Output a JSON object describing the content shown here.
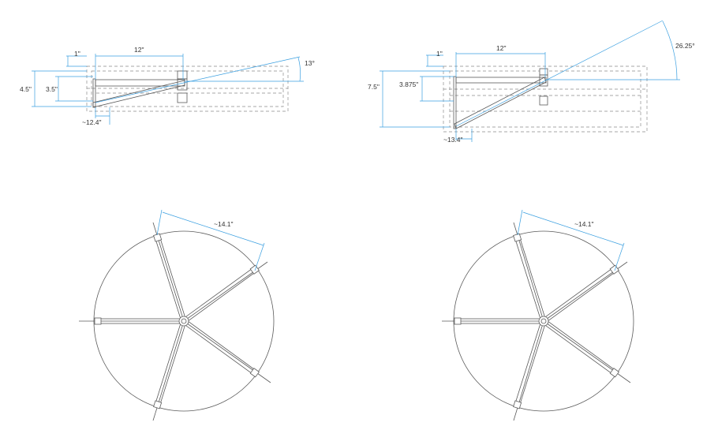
{
  "colors": {
    "line": "#5a5a5a",
    "dimension": "#3a9fe0",
    "hidden": "#8a8a8a",
    "text": "#333333"
  },
  "views": {
    "side_left": {
      "dims": {
        "top_offset": "1\"",
        "arm_length": "12\"",
        "outer_height": "4.5\"",
        "inner_height": "3.5\"",
        "angle": "13°",
        "strut_length": "~12.4\""
      }
    },
    "side_right": {
      "dims": {
        "top_offset": "1\"",
        "arm_length": "12\"",
        "outer_height": "7.5\"",
        "inner_height": "3.875\"",
        "angle": "26.25°",
        "strut_length": "~13.4\""
      }
    },
    "plan_left": {
      "dims": {
        "arm_span": "~14.1\""
      }
    },
    "plan_right": {
      "dims": {
        "arm_span": "~14.1\""
      }
    }
  }
}
